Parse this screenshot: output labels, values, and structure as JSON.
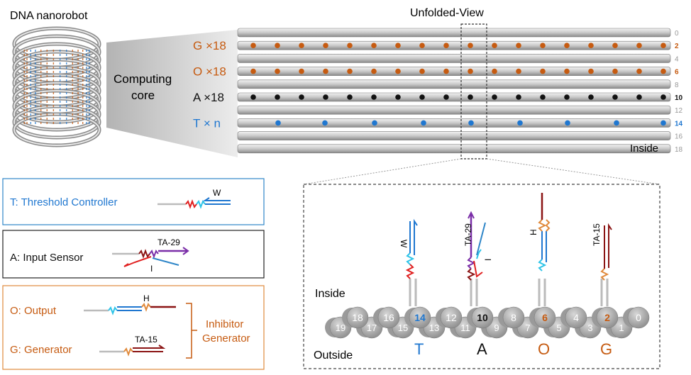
{
  "title_left": "DNA nanorobot",
  "title_right": "Unfolded-View",
  "core_label_1": "Computing",
  "core_label_2": "core",
  "rows": [
    {
      "count": "18",
      "label": "G",
      "mult": "×18",
      "helix": "2",
      "color": "#c65b11",
      "bold": true
    },
    {
      "count": "18",
      "label": "O",
      "mult": "×18",
      "helix": "6",
      "color": "#c65b11",
      "bold": true
    },
    {
      "count": "18",
      "label": "A",
      "mult": "×18",
      "helix": "10",
      "color": "#111111",
      "bold": true
    },
    {
      "count": "n",
      "label": "T",
      "mult": "× n",
      "helix": "14",
      "color": "#1f77d0",
      "bold": true
    }
  ],
  "helix_numbers": [
    "0",
    "2",
    "4",
    "6",
    "8",
    "10",
    "12",
    "14",
    "16",
    "18"
  ],
  "inside_label": "Inside",
  "legend": {
    "T": {
      "letter": "T",
      "text": ": Threshold Controller",
      "strand": "W"
    },
    "A": {
      "letter": "A",
      "text": ": Input Sensor",
      "strand_top": "TA-29",
      "strand_bottom": "I"
    },
    "O": {
      "letter": "O",
      "text": ": Output",
      "strand": "H"
    },
    "G": {
      "letter": "G",
      "text": ": Generator",
      "strand": "TA-15"
    },
    "bracket": [
      "Inhibitor",
      "Generator"
    ]
  },
  "zoom": {
    "inside": "Inside",
    "outside": "Outside",
    "top_row": [
      "18",
      "16",
      "14",
      "12",
      "10",
      "8",
      "6",
      "4",
      "2",
      "0"
    ],
    "bottom_row": [
      "19",
      "17",
      "15",
      "13",
      "11",
      "9",
      "7",
      "5",
      "3",
      "1"
    ],
    "strand_labels": {
      "W": "W",
      "TA29": "TA-29",
      "I": "I",
      "H": "H",
      "TA15": "TA-15"
    },
    "letters": [
      "T",
      "A",
      "O",
      "G"
    ]
  },
  "colors": {
    "orange": "#c65b11",
    "blue": "#1f77d0",
    "black": "#111111",
    "purple": "#7b2fa8",
    "red": "#e02020",
    "darkred": "#8b1414",
    "cyan": "#2ec4e8"
  }
}
